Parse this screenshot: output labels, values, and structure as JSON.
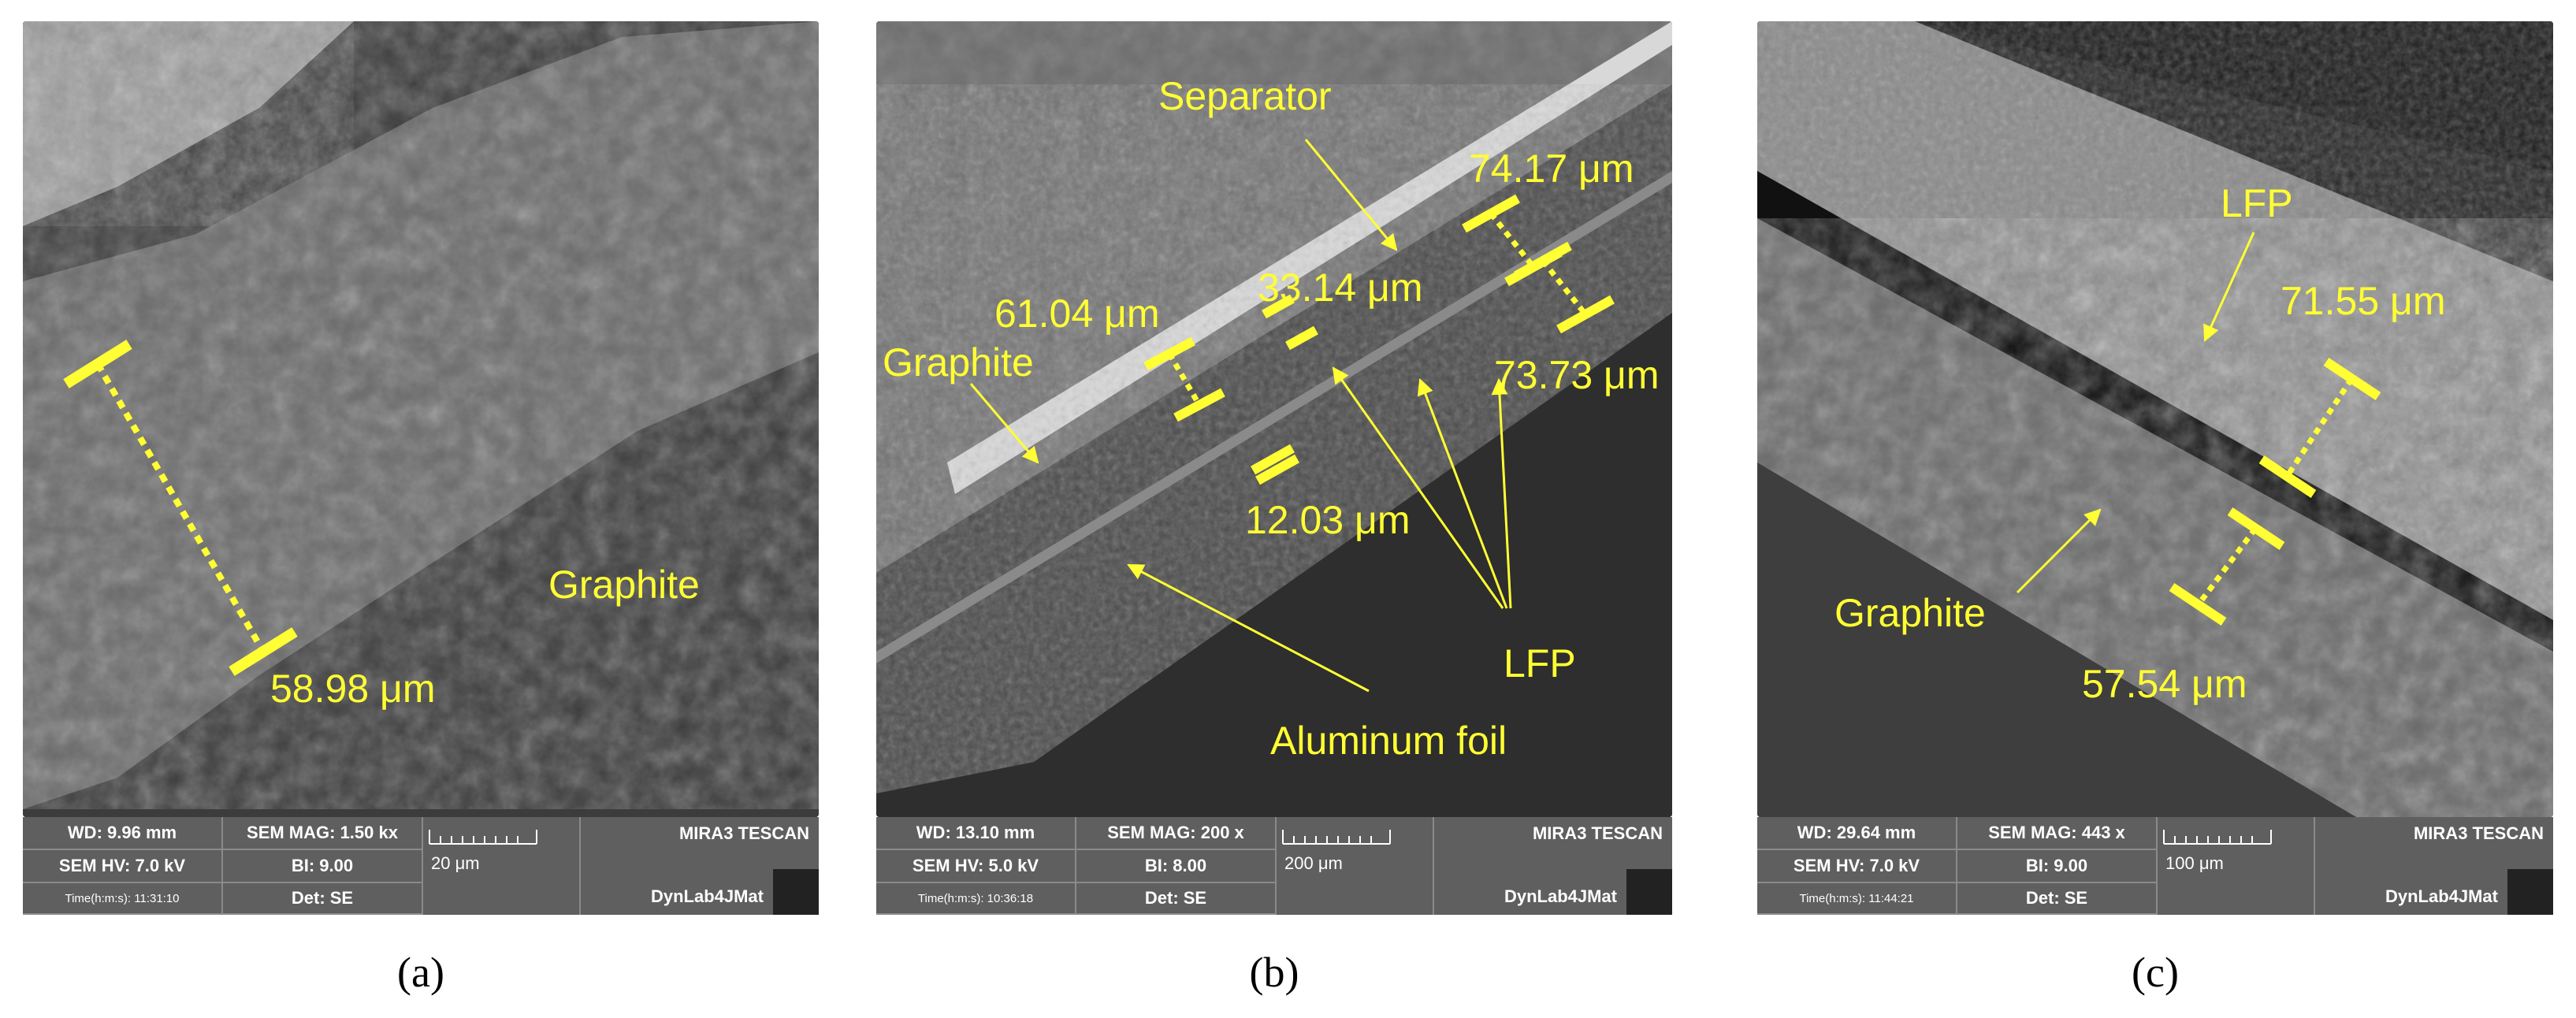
{
  "panels": [
    {
      "caption": "(a)",
      "labels": {
        "material": "Graphite",
        "thickness": "58.98 μm"
      },
      "info": {
        "wd": "WD: 9.96 mm",
        "mag": "SEM MAG: 1.50 kx",
        "hv": "SEM HV: 7.0 kV",
        "bi": "BI: 9.00",
        "time": "Time(h:m:s): 11:31:10",
        "det": "Det: SE",
        "scale": "20 μm",
        "brand_top": "MIRA3 TESCAN",
        "brand_bottom": "DynLab4JMat"
      }
    },
    {
      "caption": "(b)",
      "labels": {
        "separator": "Separator",
        "graphite": "Graphite",
        "lfp": "LFP",
        "aluminum": "Aluminum foil",
        "m1": "61.04 μm",
        "m2": "33.14 μm",
        "m3": "74.17 μm",
        "m4": "73.73 μm",
        "m5": "12.03 μm"
      },
      "info": {
        "wd": "WD: 13.10 mm",
        "mag": "SEM MAG: 200 x",
        "hv": "SEM HV: 5.0 kV",
        "bi": "BI: 8.00",
        "time": "Time(h:m:s): 10:36:18",
        "det": "Det: SE",
        "scale": "200 μm",
        "brand_top": "MIRA3 TESCAN",
        "brand_bottom": "DynLab4JMat"
      }
    },
    {
      "caption": "(c)",
      "labels": {
        "lfp": "LFP",
        "graphite": "Graphite",
        "m1": "71.55 μm",
        "m2": "57.54 μm"
      },
      "info": {
        "wd": "WD: 29.64 mm",
        "mag": "SEM MAG: 443 x",
        "hv": "SEM HV: 7.0 kV",
        "bi": "BI: 9.00",
        "time": "Time(h:m:s): 11:44:21",
        "det": "Det: SE",
        "scale": "100 μm",
        "brand_top": "MIRA3 TESCAN",
        "brand_bottom": "DynLab4JMat"
      }
    }
  ],
  "colors": {
    "annotation": "#ffff33",
    "infobar": "#5f5f5f"
  }
}
